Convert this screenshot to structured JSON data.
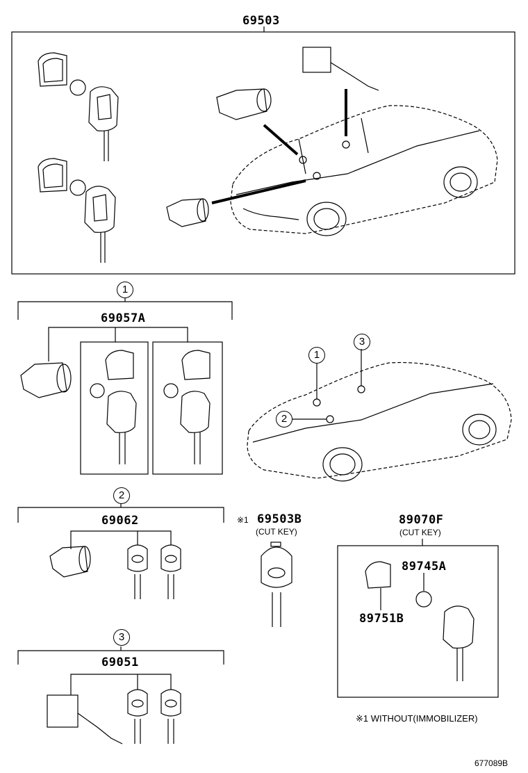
{
  "main_assembly": {
    "part_no": "69503"
  },
  "group1": {
    "marker": "1",
    "part_no": "69057A"
  },
  "group2": {
    "marker": "2",
    "part_no": "69062"
  },
  "group3": {
    "marker": "3",
    "part_no": "69051"
  },
  "cut_key": {
    "note_mark": "※1",
    "part_no": "69503B",
    "note": "(CUT KEY)"
  },
  "transmitter": {
    "part_no": "89070F",
    "note": "(CUT KEY)",
    "battery_part_no": "89745A",
    "cover_part_no": "89751B"
  },
  "car_callouts": [
    "1",
    "2",
    "3"
  ],
  "footnote": "※1 WITHOUT(IMMOBILIZER)",
  "diagram_id": "677089B"
}
